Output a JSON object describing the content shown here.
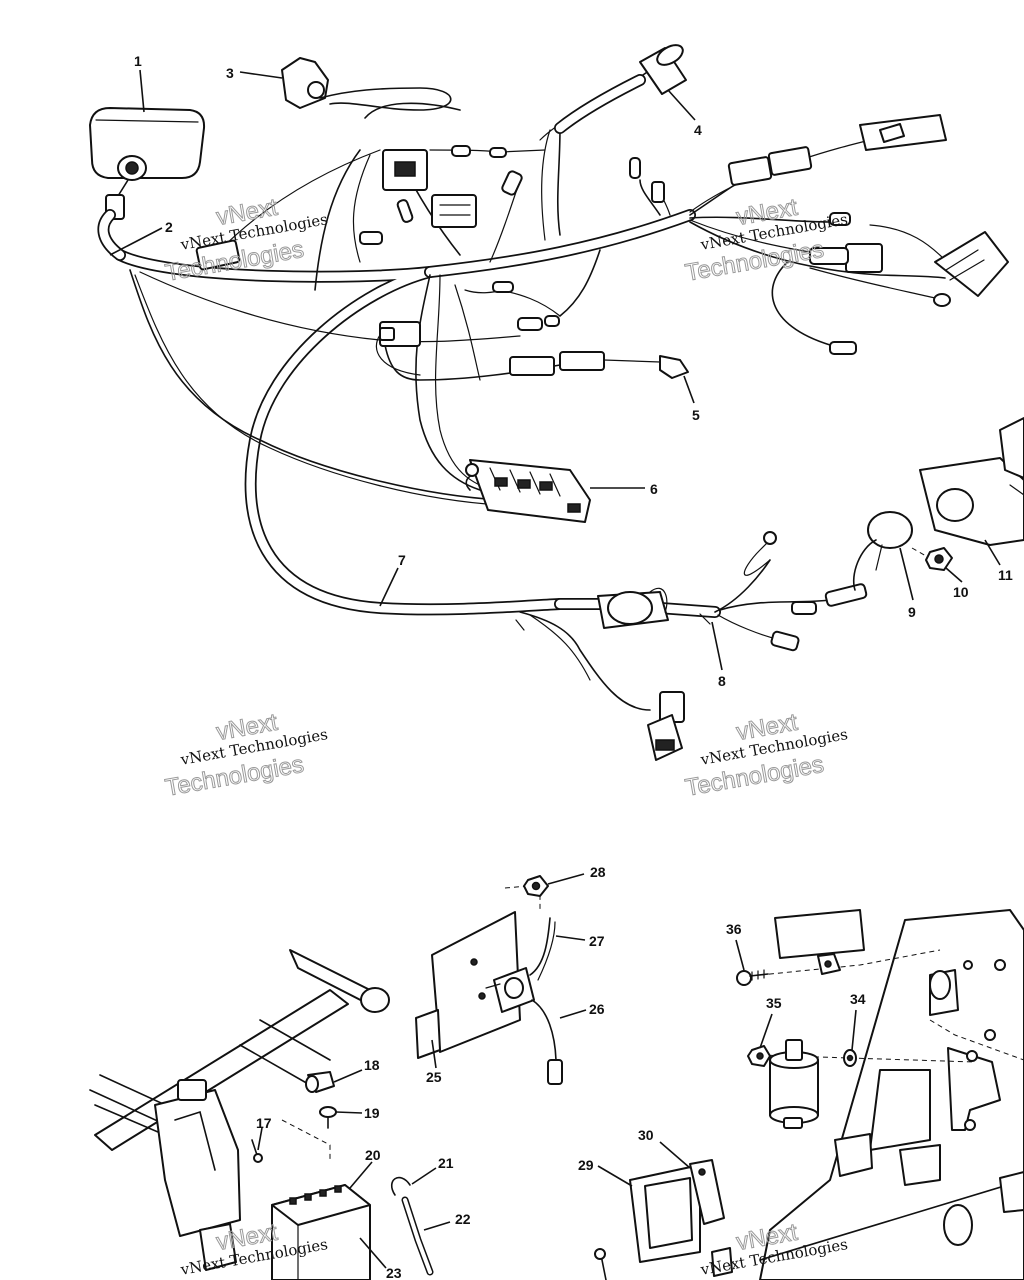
{
  "callouts": [
    "1",
    "2",
    "3",
    "4",
    "5",
    "6",
    "7",
    "8",
    "9",
    "10",
    "11",
    "17",
    "18",
    "19",
    "20",
    "21",
    "22",
    "23",
    "25",
    "26",
    "27",
    "28",
    "29",
    "30",
    "34",
    "35",
    "36"
  ],
  "watermark": {
    "line1": "vNext Technologies",
    "line2": "vNext",
    "line3": "Technologies"
  }
}
